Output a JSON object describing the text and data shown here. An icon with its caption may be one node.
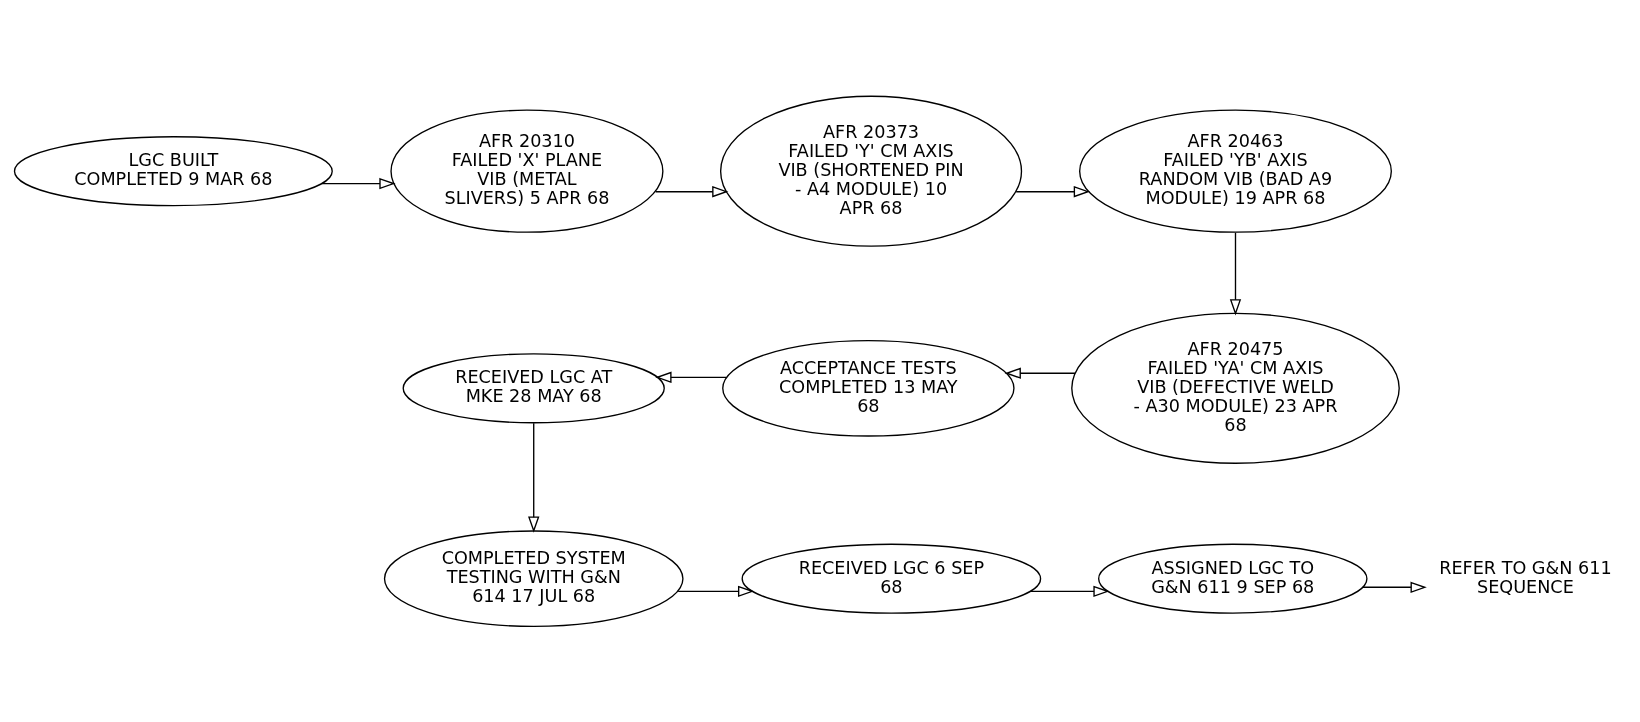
{
  "diagram": {
    "nodes": [
      {
        "text": [
          "LGC BUILT COMPLETED 9 MAR 68"
        ]
      },
      {
        "text": [
          "AFR 20310",
          "FAILED 'X' PLANE VIB (METAL SLIVERS) 5 APR 68"
        ]
      },
      {
        "text": [
          "AFR 20373",
          "FAILED 'Y' CM AXIS VIB (SHORTENED PIN - A4 MODULE) 10 APR 68"
        ]
      },
      {
        "text": [
          "AFR 20463",
          "FAILED 'YB' AXIS RANDOM VIB (BAD A9 MODULE) 19 APR 68"
        ]
      },
      {
        "text": [
          "AFR 20475",
          "FAILED 'YA' CM AXIS VIB (DEFECTIVE WELD - A30 MODULE) 23 APR 68"
        ]
      },
      {
        "text": [
          "ACCEPTANCE TESTS COMPLETED 13 MAY 68"
        ]
      },
      {
        "text": [
          "RECEIVED LGC AT MKE 28 MAY 68"
        ]
      },
      {
        "text": [
          "COMPLETED SYSTEM TESTING WITH G&N 614 17 JUL 68"
        ]
      },
      {
        "text": [
          "RECEIVED LGC 6 SEP 68"
        ]
      },
      {
        "text": [
          "ASSIGNED LGC TO G&N 611 9 SEP 68"
        ]
      },
      {
        "text": [
          "REFER TO G&N 611 SEQUENCE"
        ]
      }
    ],
    "edges": [
      {
        "from": 0,
        "to": 1,
        "arrow": "to"
      },
      {
        "from": 1,
        "to": 2,
        "arrow": "to"
      },
      {
        "from": 2,
        "to": 3,
        "arrow": "to"
      },
      {
        "from": 3,
        "to": 4,
        "arrow": "to"
      },
      {
        "from": 4,
        "to": 5,
        "arrow": "to"
      },
      {
        "from": 5,
        "to": 6,
        "arrow": "to"
      },
      {
        "from": 6,
        "to": 7,
        "arrow": "to"
      },
      {
        "from": 7,
        "to": 8,
        "arrow": "to"
      },
      {
        "from": 8,
        "to": 9,
        "arrow": "to"
      },
      {
        "from": 9,
        "to": 10,
        "arrow": "to"
      }
    ]
  }
}
